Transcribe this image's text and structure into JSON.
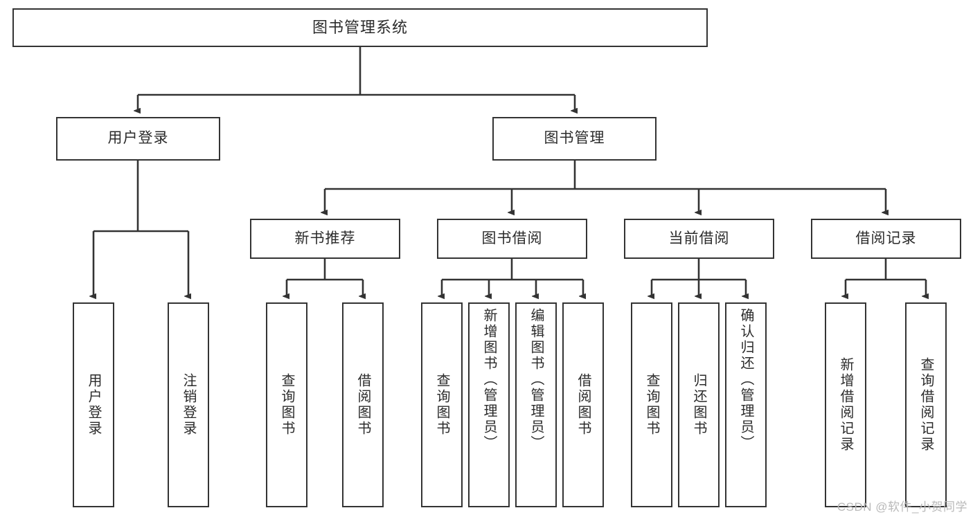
{
  "diagram": {
    "type": "tree",
    "title": "图书管理系统",
    "watermark": "CSDN @软件_小贺同学",
    "colors": {
      "box_border": "#333333",
      "box_fill": "#ffffff",
      "edge": "#333333",
      "text": "#2b2b2b",
      "watermark": "#b9b9b9"
    },
    "nodes": {
      "root": {
        "label": "图书管理系统"
      },
      "level2": [
        {
          "id": "user-login",
          "label": "用户登录"
        },
        {
          "id": "book-mgmt",
          "label": "图书管理"
        }
      ],
      "level3": [
        {
          "id": "new-book-rec",
          "label": "新书推荐"
        },
        {
          "id": "book-borrow",
          "label": "图书借阅"
        },
        {
          "id": "current-borrow",
          "label": "当前借阅"
        },
        {
          "id": "borrow-record",
          "label": "借阅记录"
        }
      ],
      "leaves": [
        {
          "id": "leaf-user-login",
          "label": "用户登录",
          "parent": "user-login"
        },
        {
          "id": "leaf-user-logout",
          "label": "注销登录",
          "parent": "user-login"
        },
        {
          "id": "leaf-query-book-1",
          "label": "查询图书",
          "parent": "new-book-rec"
        },
        {
          "id": "leaf-borrow-book-1",
          "label": "借阅图书",
          "parent": "new-book-rec"
        },
        {
          "id": "leaf-query-book-2",
          "label": "查询图书",
          "parent": "book-borrow"
        },
        {
          "id": "leaf-add-book",
          "label": "新增图书（管理员）",
          "parent": "book-borrow"
        },
        {
          "id": "leaf-edit-book",
          "label": "编辑图书（管理员）",
          "parent": "book-borrow"
        },
        {
          "id": "leaf-borrow-book-2",
          "label": "借阅图书",
          "parent": "book-borrow"
        },
        {
          "id": "leaf-query-book-3",
          "label": "查询图书",
          "parent": "current-borrow"
        },
        {
          "id": "leaf-return-book",
          "label": "归还图书",
          "parent": "current-borrow"
        },
        {
          "id": "leaf-confirm-return",
          "label": "确认归还（管理员）",
          "parent": "current-borrow"
        },
        {
          "id": "leaf-add-record",
          "label": "新增借阅记录",
          "parent": "borrow-record"
        },
        {
          "id": "leaf-query-record",
          "label": "查询借阅记录",
          "parent": "borrow-record"
        }
      ]
    }
  }
}
